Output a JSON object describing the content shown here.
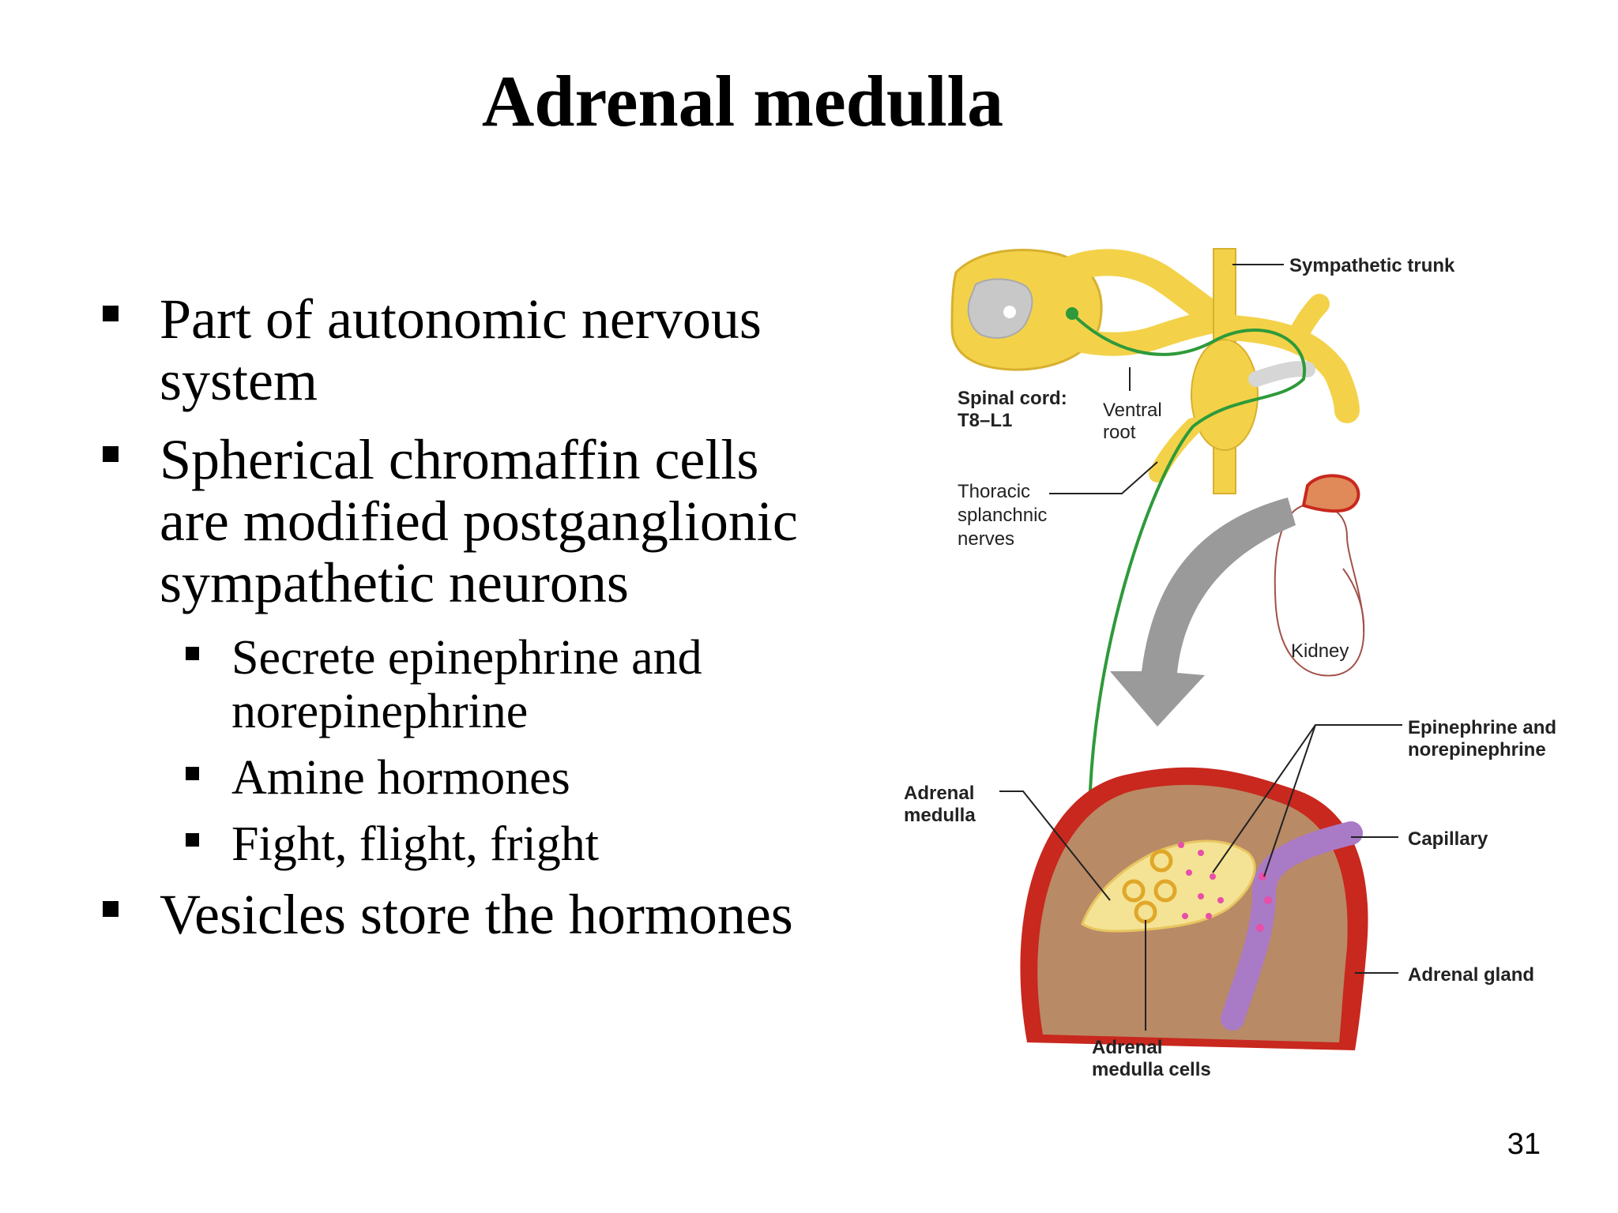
{
  "slide": {
    "title": "Adrenal medulla",
    "page_number": "31",
    "bullets": [
      "Part of autonomic nervous system",
      "Spherical chromaffin cells are modified postganglionic sympathetic neurons",
      "Secrete epinephrine and norepinephrine",
      "Amine hormones",
      "Fight, flight, fright",
      "Vesicles store the hormones"
    ]
  },
  "figure": {
    "labels": {
      "sympathetic_trunk": "Sympathetic trunk",
      "spinal_cord": "Spinal cord:",
      "spinal_segments": "T8–L1",
      "ventral_root_1": "Ventral",
      "ventral_root_2": "root",
      "thoracic_1": "Thoracic",
      "thoracic_2": "splanchnic",
      "thoracic_3": "nerves",
      "kidney": "Kidney",
      "adrenal_medulla_1": "Adrenal",
      "adrenal_medulla_2": "medulla",
      "epi_1": "Epinephrine and",
      "epi_2": "norepinephrine",
      "capillary": "Capillary",
      "adrenal_gland": "Adrenal gland",
      "cells_1": "Adrenal",
      "cells_2": "medulla cells"
    },
    "colors": {
      "nerve_yellow": "#f3d24a",
      "spinal_gray": "#c8c8c8",
      "neuron_green": "#2e9a3a",
      "cortex_brown": "#b98a66",
      "capsule_red": "#c8281e",
      "medulla_yellow": "#f4e394",
      "capillary_purple": "#a97ac6",
      "vesicle_pink": "#e84fa8",
      "arrow_gray": "#9a9a9a"
    }
  }
}
